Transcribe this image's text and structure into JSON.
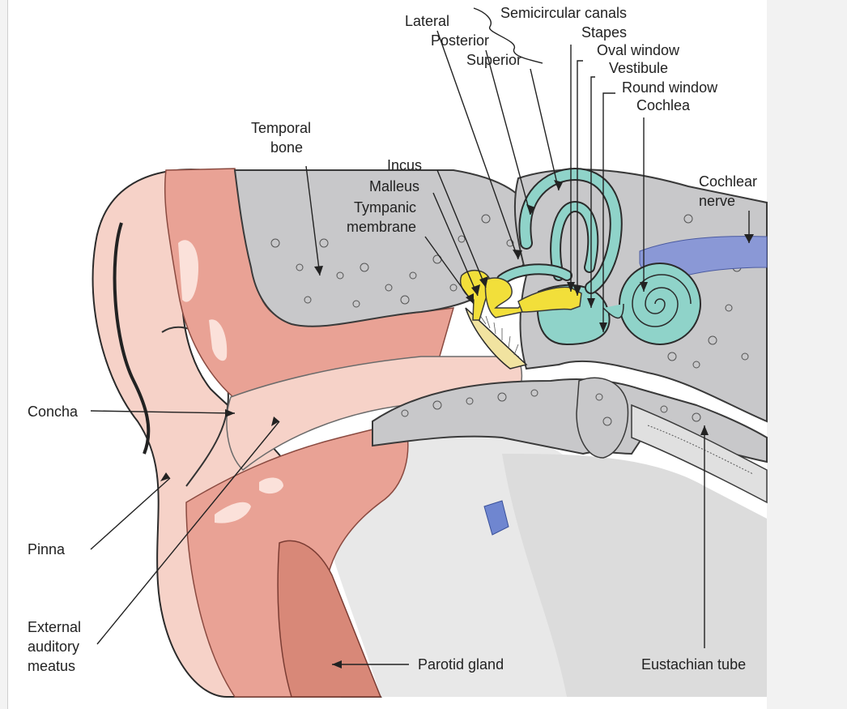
{
  "labels": {
    "semicircular_canals": "Semicircular canals",
    "lateral": "Lateral",
    "posterior": "Posterior",
    "superior": "Superior",
    "stapes": "Stapes",
    "oval_window": "Oval window",
    "vestibule": "Vestibule",
    "round_window": "Round window",
    "cochlea": "Cochlea",
    "temporal_bone_1": "Temporal",
    "temporal_bone_2": "bone",
    "incus": "Incus",
    "malleus": "Malleus",
    "tympanic_1": "Tympanic",
    "tympanic_2": "membrane",
    "cochlear_nerve_1": "Cochlear",
    "cochlear_nerve_2": "nerve",
    "concha": "Concha",
    "pinna": "Pinna",
    "eam_1": "External",
    "eam_2": "auditory",
    "eam_3": "meatus",
    "parotid": "Parotid gland",
    "eustachian": "Eustachian tube"
  },
  "colors": {
    "skin": "#f3c7bd",
    "flesh": "#e8a396",
    "bone": "#c9c9cb",
    "inner_ear": "#8fd3c9",
    "ossicles": "#f2df3a",
    "nerve": "#8a98d6",
    "membrane": "#f1e3a0"
  }
}
